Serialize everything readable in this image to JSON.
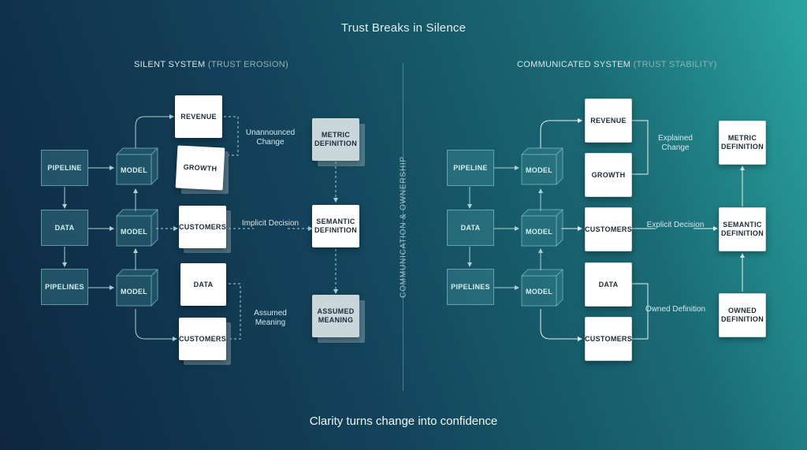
{
  "header": {
    "title": "Trust Breaks in Silence"
  },
  "footer": {
    "subtitle": "Clarity turns change into confidence"
  },
  "divider": {
    "label": "COMMUNICATION & OWNERSHIP"
  },
  "left": {
    "heading": "SILENT SYSTEM",
    "heading_note": "(TRUST EROSION)",
    "sources": [
      "PIPELINE",
      "DATA",
      "PIPELINES"
    ],
    "models": [
      "MODEL",
      "MODEL",
      "MODEL"
    ],
    "outputs": [
      "REVENUE",
      "GROWTH",
      "CUSTOMERS",
      "DATA",
      "CUSTOMERS"
    ],
    "notes": [
      "Unannounced Change",
      "Implicit Decision",
      "Assumed Meaning"
    ],
    "definitions": [
      "METRIC DEFINITION",
      "SEMANTIC DEFINITION",
      "ASSUMED MEANING"
    ]
  },
  "right": {
    "heading": "COMMUNICATED SYSTEM",
    "heading_note": "(TRUST STABILITY)",
    "sources": [
      "PIPELINE",
      "DATA",
      "PIPELINES"
    ],
    "models": [
      "MODEL",
      "MODEL",
      "MODEL"
    ],
    "outputs": [
      "REVENUE",
      "GROWTH",
      "CUSTOMERS",
      "DATA",
      "CUSTOMERS"
    ],
    "notes": [
      "Explained Change",
      "Explicit Decision",
      "Owned Definition"
    ],
    "definitions": [
      "METRIC DEFINITION",
      "SEMANTIC DEFINITION",
      "OWNED DEFINITION"
    ]
  }
}
